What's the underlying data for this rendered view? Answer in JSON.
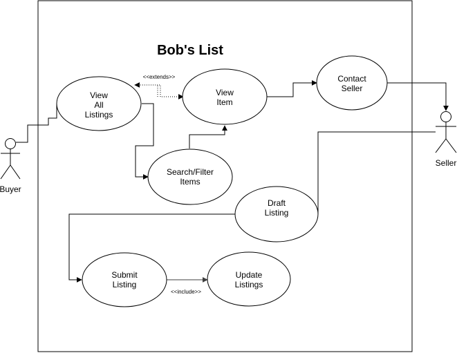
{
  "diagram": {
    "title": "Bob's List",
    "actors": {
      "buyer": {
        "label": "Buyer"
      },
      "seller": {
        "label": "Seller"
      }
    },
    "use_cases": {
      "view_all_listings": {
        "lines": [
          "View",
          "All",
          "Listings"
        ]
      },
      "view_item": {
        "lines": [
          "View",
          "Item"
        ]
      },
      "contact_seller": {
        "lines": [
          "Contact",
          "Seller"
        ]
      },
      "search_filter_items": {
        "lines": [
          "Search/Filter",
          "Items"
        ]
      },
      "draft_listing": {
        "lines": [
          "Draft",
          "Listing"
        ]
      },
      "submit_listing": {
        "lines": [
          "Submit",
          "Listing"
        ]
      },
      "update_listings": {
        "lines": [
          "Update",
          "Listings"
        ]
      }
    },
    "relations": {
      "extends_label": "<<extends>>",
      "include_label": "<<include>>"
    }
  }
}
